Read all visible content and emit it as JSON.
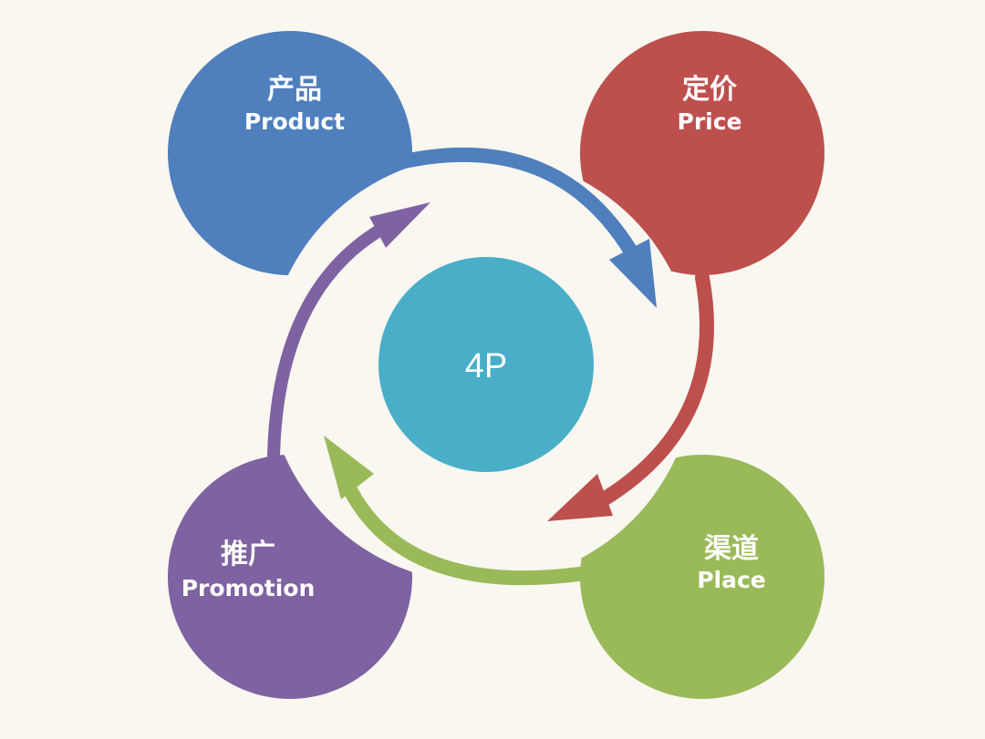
{
  "center": {
    "label": "4P",
    "color": "#4aaec8"
  },
  "items": [
    {
      "zh": "产品",
      "en": "Product",
      "color": "#4f7fbd"
    },
    {
      "zh": "定价",
      "en": "Price",
      "color": "#bd4f4d"
    },
    {
      "zh": "渠道",
      "en": "Place",
      "color": "#9aba59"
    },
    {
      "zh": "推广",
      "en": "Promotion",
      "color": "#7f62a2"
    }
  ]
}
